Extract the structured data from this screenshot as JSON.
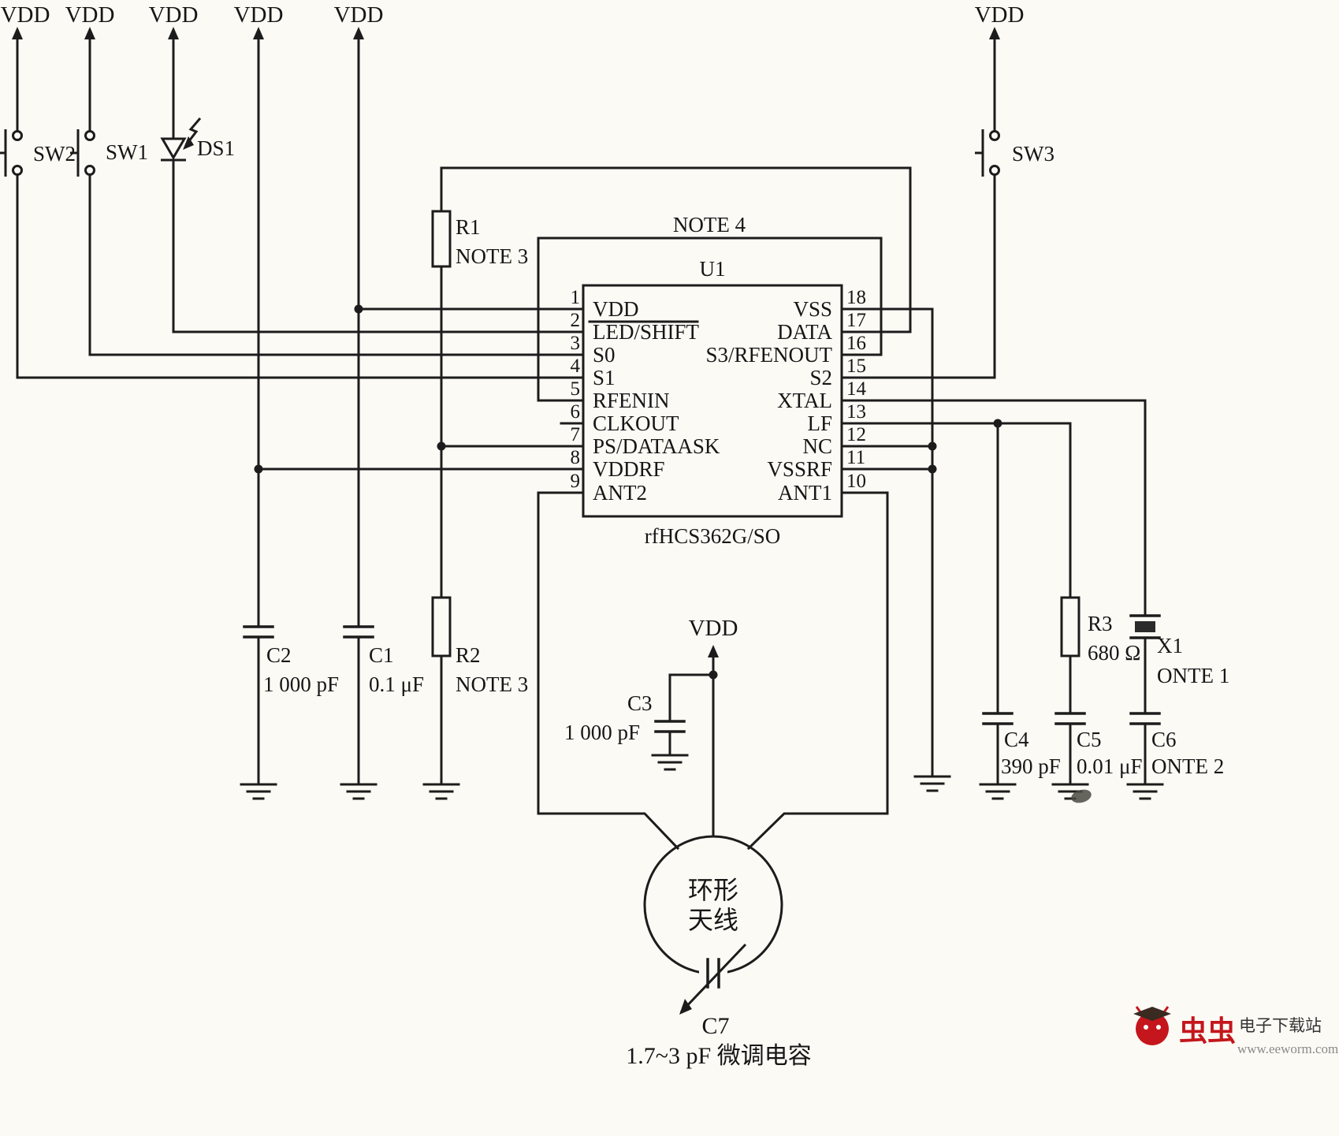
{
  "power": {
    "label": "VDD"
  },
  "ic": {
    "designator": "U1",
    "part_number": "rfHCS362G/SO",
    "note_top": "NOTE 4",
    "left_pins": [
      {
        "num": "1",
        "name": "VDD"
      },
      {
        "num": "2",
        "name": "LED/SHIFT"
      },
      {
        "num": "3",
        "name": "S0"
      },
      {
        "num": "4",
        "name": "S1"
      },
      {
        "num": "5",
        "name": "RFENIN"
      },
      {
        "num": "6",
        "name": "CLKOUT"
      },
      {
        "num": "7",
        "name": "PS/DATAASK"
      },
      {
        "num": "8",
        "name": "VDDRF"
      },
      {
        "num": "9",
        "name": "ANT2"
      }
    ],
    "right_pins": [
      {
        "num": "18",
        "name": "VSS"
      },
      {
        "num": "17",
        "name": "DATA"
      },
      {
        "num": "16",
        "name": "S3/RFENOUT"
      },
      {
        "num": "15",
        "name": "S2"
      },
      {
        "num": "14",
        "name": "XTAL"
      },
      {
        "num": "13",
        "name": "LF"
      },
      {
        "num": "12",
        "name": "NC"
      },
      {
        "num": "11",
        "name": "VSSRF"
      },
      {
        "num": "10",
        "name": "ANT1"
      }
    ]
  },
  "components": {
    "sw1": {
      "ref": "SW1"
    },
    "sw2": {
      "ref": "SW2"
    },
    "sw3": {
      "ref": "SW3"
    },
    "ds1": {
      "ref": "DS1"
    },
    "r1": {
      "ref": "R1",
      "value": "NOTE 3"
    },
    "r2": {
      "ref": "R2",
      "value": "NOTE 3"
    },
    "r3": {
      "ref": "R3",
      "value": "680 Ω"
    },
    "c1": {
      "ref": "C1",
      "value": "0.1 μF"
    },
    "c2": {
      "ref": "C2",
      "value": "1 000 pF"
    },
    "c3": {
      "ref": "C3",
      "value": "1 000 pF"
    },
    "c4": {
      "ref": "C4",
      "value": "390 pF"
    },
    "c5": {
      "ref": "C5",
      "value": "0.01 μF"
    },
    "c6": {
      "ref": "C6",
      "value": "ONTE 2"
    },
    "c7": {
      "ref": "C7",
      "value": "1.7~3 pF 微调电容"
    },
    "x1": {
      "ref": "X1",
      "value": "ONTE 1"
    }
  },
  "antenna": {
    "line1": "环形",
    "line2": "天线"
  },
  "watermark": {
    "brand": "虫虫",
    "site": "电子下载站",
    "url": "www.eeworm.com"
  },
  "colors": {
    "ink": "#1c1c1c",
    "paper": "#fcfaf5",
    "watermark_red": "#c4161c"
  }
}
